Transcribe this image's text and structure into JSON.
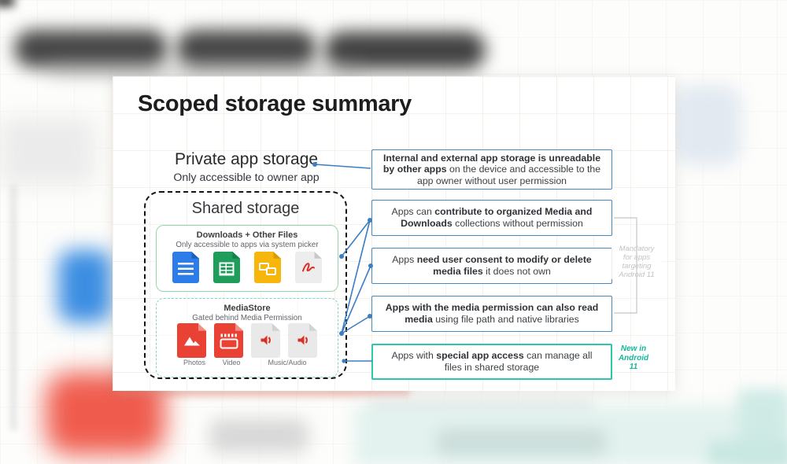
{
  "slide": {
    "title": "Scoped storage summary",
    "private_storage": {
      "title": "Private app storage",
      "subtitle": "Only accessible to owner app"
    },
    "shared_storage": {
      "title": "Shared storage",
      "downloads": {
        "title": "Downloads + Other Files",
        "subtitle": "Only accessible to apps via system picker",
        "icons": [
          "docs-file-icon",
          "sheets-file-icon",
          "slides-file-icon",
          "pdf-file-icon"
        ]
      },
      "mediastore": {
        "title": "MediaStore",
        "subtitle": "Gated behind Media Permission",
        "icons": [
          "photos-file-icon",
          "video-file-icon",
          "audio-file-icon",
          "audio-file-icon"
        ],
        "labels": [
          "Photos",
          "Video",
          "Music/Audio"
        ]
      }
    },
    "callouts": [
      {
        "style": "blue",
        "segments": [
          {
            "text": "Internal and external app storage is unreadable by other apps",
            "bold": true
          },
          {
            "text": " on the device and accessible to the app owner without user permission",
            "bold": false
          }
        ]
      },
      {
        "style": "blue",
        "segments": [
          {
            "text": "Apps can ",
            "bold": false
          },
          {
            "text": "contribute to organized Media and Downloads",
            "bold": true
          },
          {
            "text": " collections without permission",
            "bold": false
          }
        ]
      },
      {
        "style": "blue",
        "segments": [
          {
            "text": "Apps ",
            "bold": false
          },
          {
            "text": "need user consent to modify or delete media files",
            "bold": true
          },
          {
            "text": " it does not own",
            "bold": false
          }
        ]
      },
      {
        "style": "blue",
        "segments": [
          {
            "text": "Apps with the media permission can also read media",
            "bold": true
          },
          {
            "text": " using file path and native libraries",
            "bold": false
          }
        ]
      },
      {
        "style": "green",
        "segments": [
          {
            "text": "Apps with ",
            "bold": false
          },
          {
            "text": "special app access",
            "bold": true
          },
          {
            "text": " can manage all files in shared storage",
            "bold": false
          }
        ]
      }
    ],
    "annotations": {
      "mandatory_lines": [
        "Mandatory",
        "for apps",
        "targeting",
        "Android 11"
      ],
      "new_lines": [
        "New in",
        "Android",
        "11"
      ]
    },
    "colors": {
      "connector_blue": "#3b7ec2",
      "callout_border_blue": "#4688c0",
      "callout_border_green": "#2cc6a8",
      "downloads_border_green": "#93d8ac",
      "mediastore_border_teal": "#7fd4c5",
      "annotation_gray": "#c3c3c3",
      "annotation_teal": "#17b79c",
      "docs_blue": "#2e7ce8",
      "sheets_green": "#1e9e5a",
      "slides_yellow": "#f6b60b",
      "media_red": "#e94235",
      "pdf_glyph_red": "#d93025"
    }
  }
}
